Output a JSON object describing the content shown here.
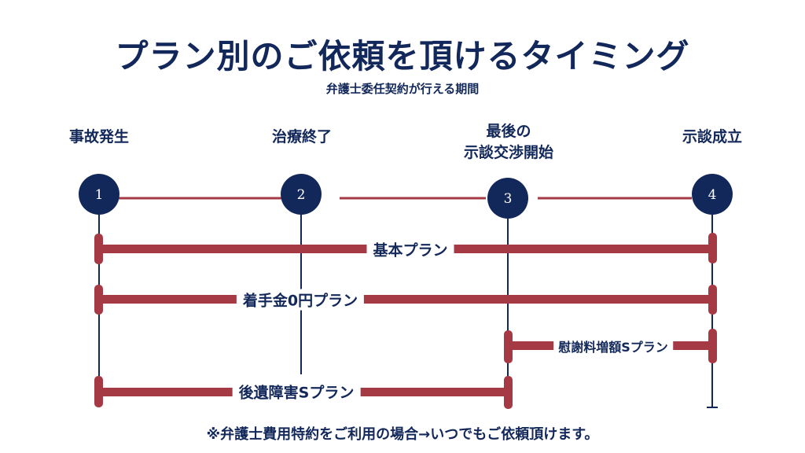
{
  "title": "プラン別のご依頼を頂けるタイミング",
  "subtitle": "弁護士委任契約が行える期間",
  "events": [
    {
      "number": "1",
      "label": "事故発生"
    },
    {
      "number": "2",
      "label": "治療終了"
    },
    {
      "number": "3",
      "label": "最後の\n示談交渉開始"
    },
    {
      "number": "4",
      "label": "示談成立"
    }
  ],
  "plans": [
    {
      "label": "基本プラン",
      "from": 1,
      "to": 4
    },
    {
      "label": "着手金0円プラン",
      "from": 1,
      "to": 4
    },
    {
      "label": "慰謝料増額Sプラン",
      "from": 3,
      "to": 4
    },
    {
      "label": "後遺障害Sプラン",
      "from": 1,
      "to": 3
    }
  ],
  "footnote": "※弁護士費用特約をご利用の場合→いつでもご依頼頂けます。",
  "colors": {
    "navy": "#13285a",
    "red": "#a53a45",
    "white": "#ffffff"
  }
}
